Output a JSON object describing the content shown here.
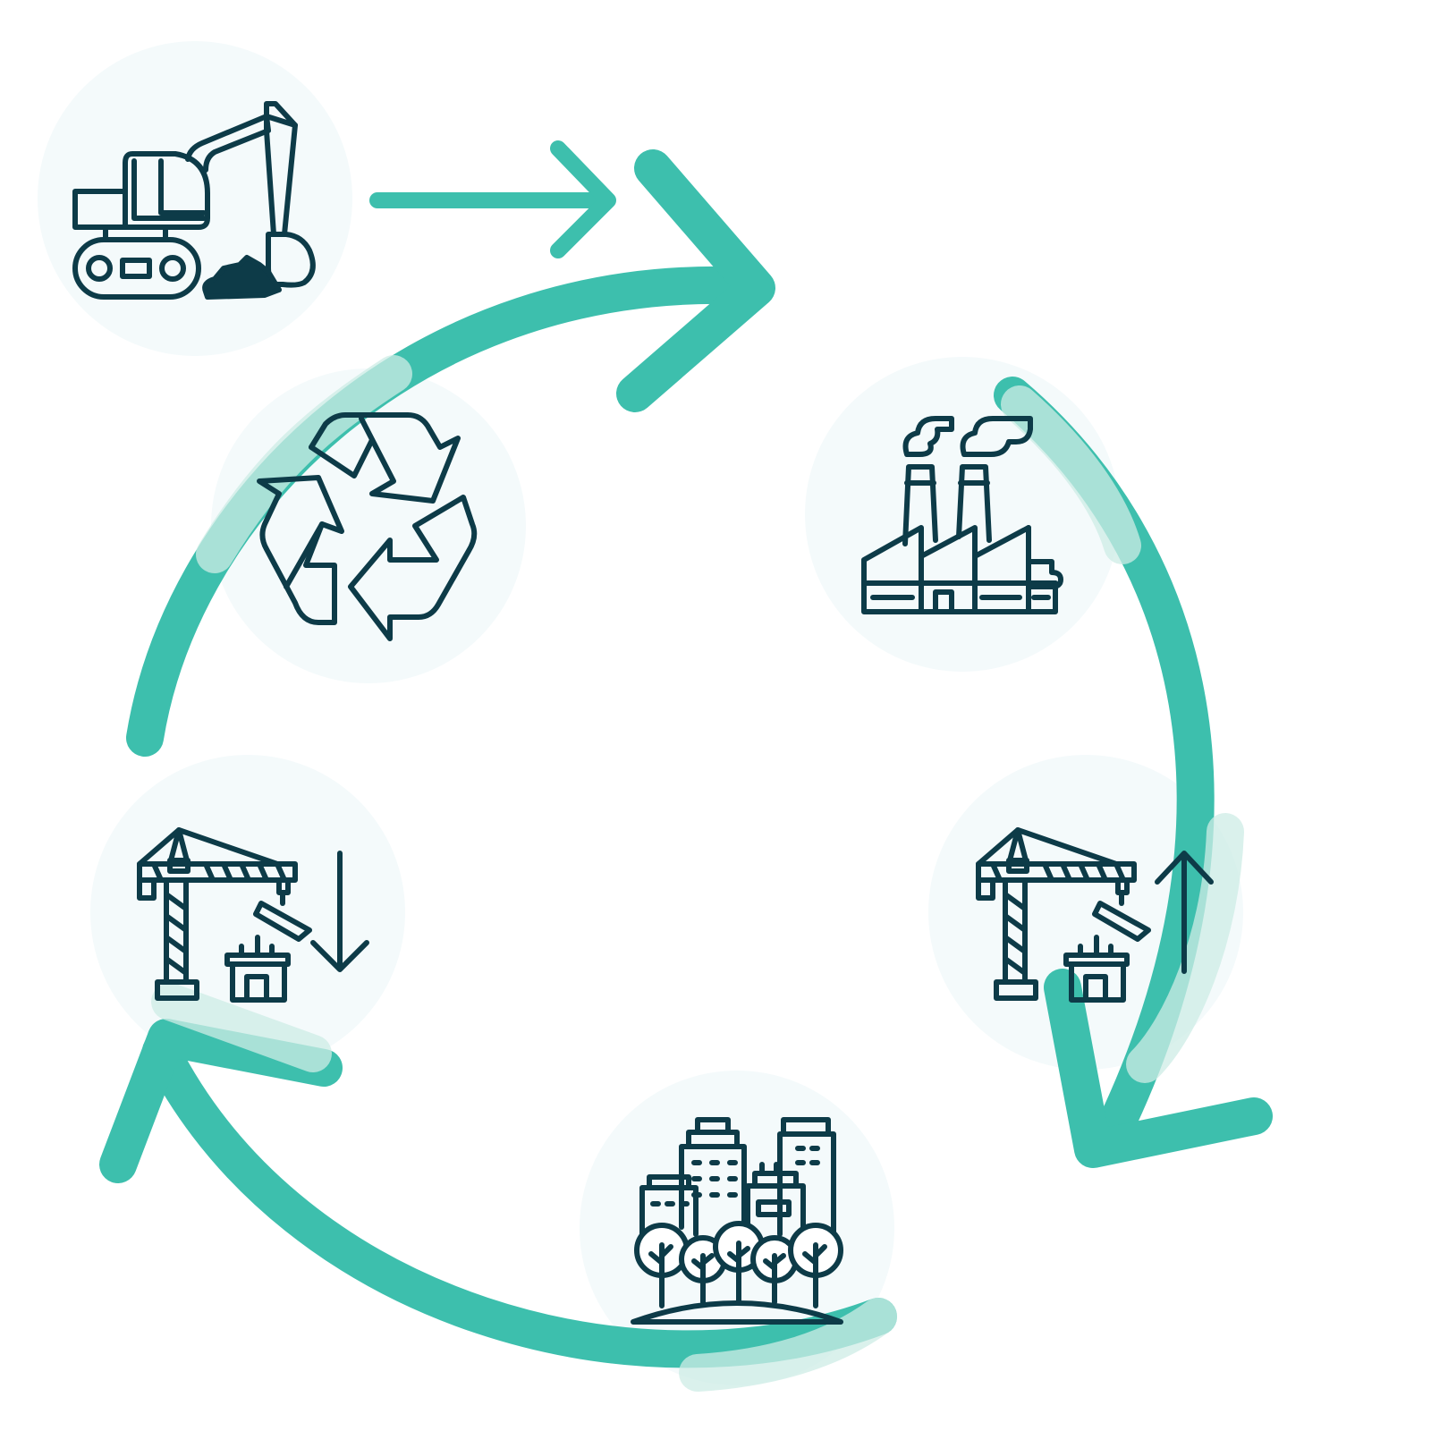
{
  "colors": {
    "arrow": "#3dbfad",
    "icon_stroke": "#0d3b48",
    "circle_fill": "#f4fafb",
    "overlap": "#cdece6",
    "background": "#ffffff"
  },
  "nodes": [
    {
      "name": "excavator-icon"
    },
    {
      "name": "factory-icon"
    },
    {
      "name": "crane-up-icon"
    },
    {
      "name": "city-trees-icon"
    },
    {
      "name": "crane-down-icon"
    },
    {
      "name": "recycle-icon"
    }
  ],
  "arrows": [
    {
      "name": "arrow-excavator-to-factory"
    },
    {
      "name": "arrow-recycle-to-factory"
    },
    {
      "name": "arrow-factory-to-crane-up"
    },
    {
      "name": "arrow-city-to-crane-down"
    }
  ]
}
